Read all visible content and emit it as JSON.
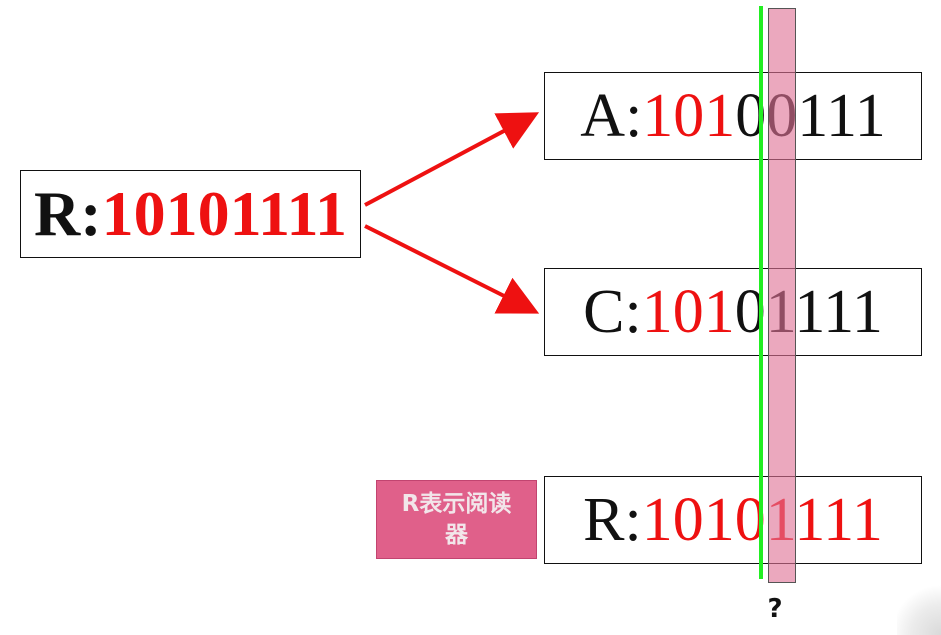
{
  "left_box": {
    "label": "R:",
    "bits": "10101111"
  },
  "box_a": {
    "label": "A:",
    "bits_red": "101",
    "bits_black": "00111"
  },
  "box_c": {
    "label": "C:",
    "bits_red": "101",
    "bits_black": "01111"
  },
  "box_r": {
    "label": "R:",
    "bits": "10101111"
  },
  "note": {
    "text": "R表示阅读器"
  },
  "question": "?",
  "colors": {
    "accent_red": "#ee1111",
    "highlight_pink": "#de7396",
    "marker_green": "#22ee22",
    "note_pink": "#e0608a"
  }
}
